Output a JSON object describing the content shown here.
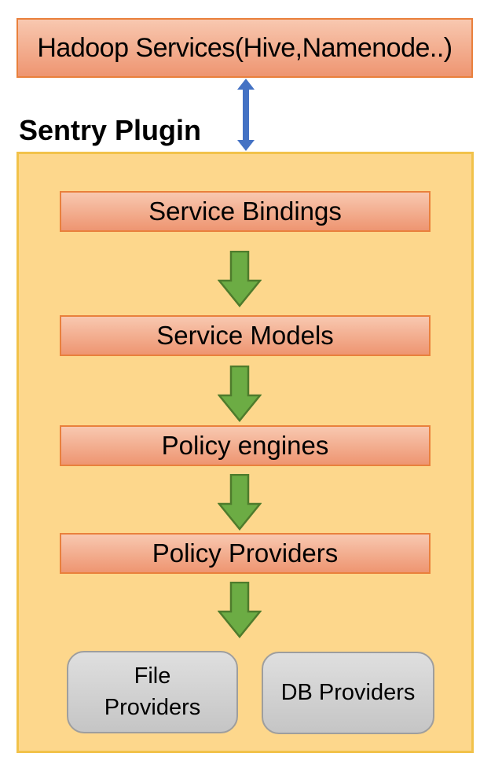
{
  "hadoop_box_label": "Hadoop Services(Hive,Namenode..)",
  "sentry_label": "Sentry Plugin",
  "flow_boxes": [
    {
      "label": "Service Bindings"
    },
    {
      "label": "Service Models"
    },
    {
      "label": "Policy engines"
    },
    {
      "label": "Policy Providers"
    }
  ],
  "provider_boxes": [
    {
      "label": "File Providers",
      "line1": "File",
      "line2": "Providers"
    },
    {
      "label": "DB Providers"
    }
  ],
  "colors": {
    "salmon_fill_top": "#F8C8B0",
    "salmon_fill_bottom": "#EE9571",
    "salmon_border": "#E9803C",
    "container_fill": "#FDD78C",
    "container_border": "#F2C24A",
    "green_arrow_fill": "#6CAC44",
    "green_arrow_stroke": "#4E7B2C",
    "blue_arrow": "#4472C4",
    "gray_fill_top": "#DFDFDF",
    "gray_fill_bottom": "#C5C5C5",
    "gray_border": "#9E9E9E",
    "text_color": "#000000"
  }
}
